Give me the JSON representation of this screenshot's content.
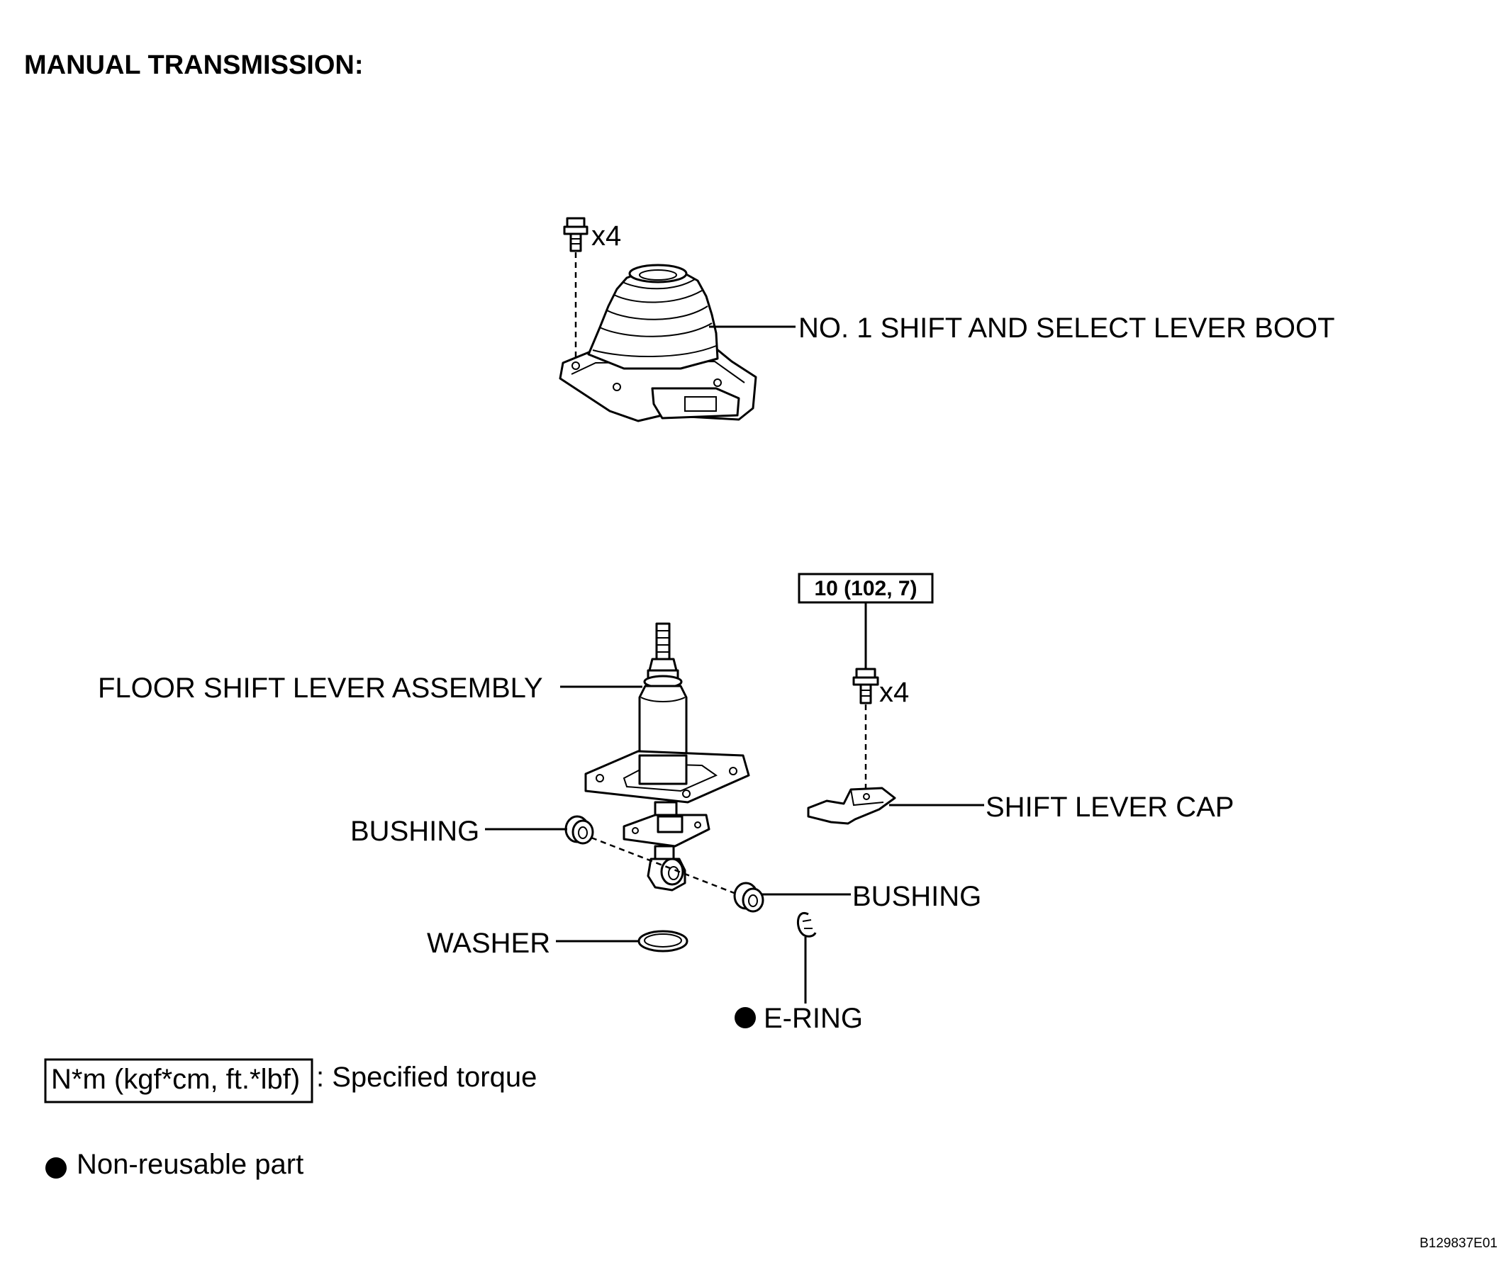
{
  "title": "MANUAL TRANSMISSION:",
  "parts": {
    "boot_bolt_qty": "x4",
    "boot_label": "NO. 1 SHIFT AND SELECT LEVER BOOT",
    "torque_value": "10 (102, 7)",
    "cap_bolt_qty": "x4",
    "floor_shift_label": "FLOOR SHIFT LEVER ASSEMBLY",
    "cap_label": "SHIFT LEVER CAP",
    "bushing_left_label": "BUSHING",
    "bushing_right_label": "BUSHING",
    "washer_label": "WASHER",
    "ering_label": "E-RING"
  },
  "legend": {
    "torque_unit": "N*m (kgf*cm, ft.*lbf)",
    "torque_desc": ": Specified torque",
    "nonreusable_desc": "Non-reusable part"
  },
  "figure_code": "B129837E01"
}
